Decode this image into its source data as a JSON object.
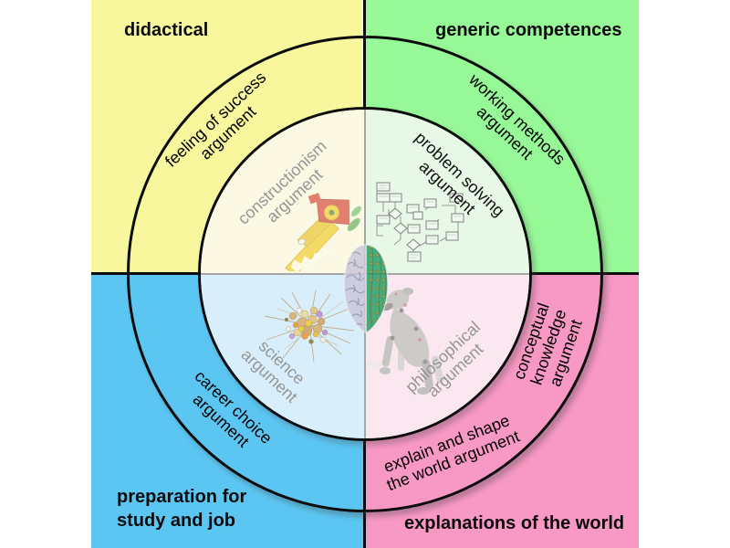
{
  "quadrants": {
    "top_left": {
      "label": "didactical",
      "ring_text": "feeling of success\nargument",
      "inner_text": "constructionism\nargument",
      "color": "#F8F79E",
      "inner_color": "#FBF9E4",
      "inner_text_color": "#959595",
      "image_icon": "lego-robot-model-icon"
    },
    "top_right": {
      "label": "generic competences",
      "ring_text": "working methods\nargument",
      "inner_text": "problem solving\nargument",
      "color": "#97F897",
      "inner_color": "#E7F8E6",
      "inner_text_color": "#0f0f0f",
      "image_icon": "flowchart-diagram-icon"
    },
    "bottom_left": {
      "label": "preparation for\nstudy and job",
      "ring_text": "career choice\nargument",
      "inner_text": "science\nargument",
      "color": "#5CC6F2",
      "inner_color": "#D8EEFB",
      "inner_text_color": "#959595",
      "image_icon": "molecule-model-icon"
    },
    "bottom_right": {
      "label": "explanations of the world",
      "ring_text": "explain and shape\nthe world argument",
      "ring_text_secondary": "conceptual\nknowledge\nargument",
      "inner_text": "philosophical\nargument",
      "color": "#F898C5",
      "inner_color": "#FBE7F0",
      "inner_text_color": "#959595",
      "image_icon": "robot-dog-icon"
    }
  },
  "center": {
    "image_icon": "half-brain-half-circuit-icon"
  },
  "line_color": "#0c0c0c",
  "inner_divider_color": "#a6a6a6"
}
